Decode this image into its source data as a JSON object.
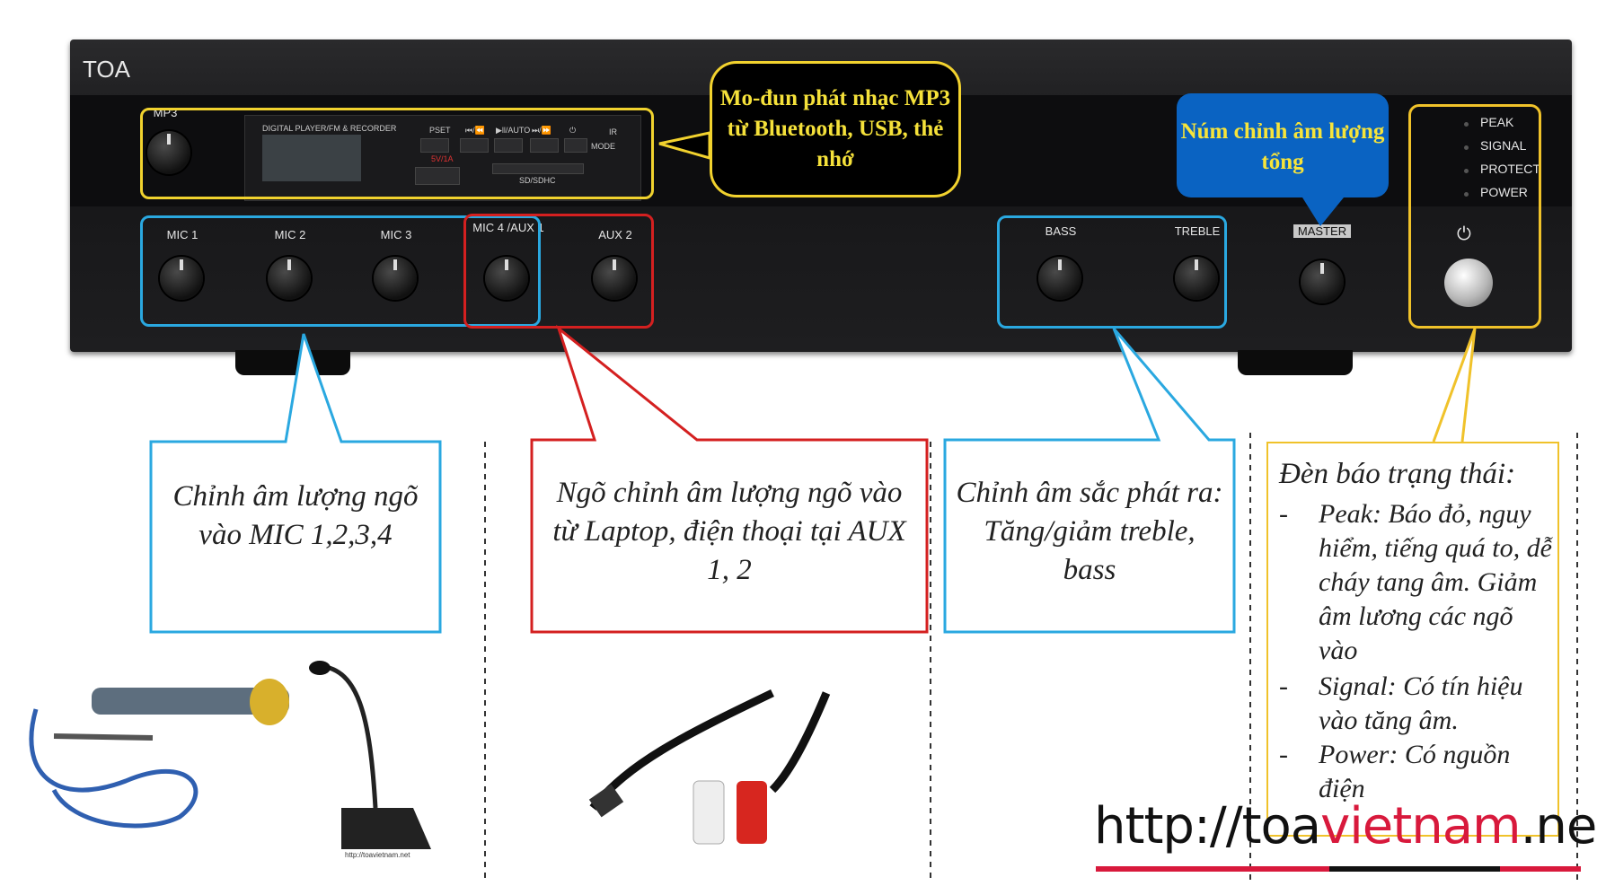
{
  "device": {
    "brand": "TOA",
    "mp3_label": "MP3",
    "player_title": "DIGITAL PLAYER/FM & RECORDER",
    "player_buttons": [
      "PSET",
      "⏮/⏪",
      "▶ll/AUTO",
      "⏭/⏩",
      "⏻",
      "IR"
    ],
    "mode_label": "MODE",
    "usb_label": "5V/1A",
    "sd_label": "SD/SDHC",
    "channels": [
      "MIC 1",
      "MIC 2",
      "MIC 3",
      "MIC 4 /AUX 1",
      "AUX 2"
    ],
    "tone": [
      "BASS",
      "TREBLE"
    ],
    "master": "MASTER",
    "leds": [
      "PEAK",
      "SIGNAL",
      "PROTECT",
      "POWER"
    ],
    "power_symbol": "⏻",
    "tiny_caption": "http://toavietnam.net"
  },
  "callouts": {
    "mp3_module": "Mo-đun phát nhạc MP3 từ Bluetooth, USB, thẻ nhớ",
    "master_volume": "Núm chỉnh âm lượng tổng",
    "mic_volume": "Chỉnh âm lượng ngõ vào MIC 1,2,3,4",
    "aux_volume": "Ngõ chỉnh âm lượng ngõ vào từ Laptop, điện thoại tại AUX 1, 2",
    "tone": "Chỉnh âm sắc phát ra: Tăng/giảm treble, bass"
  },
  "status": {
    "title": "Đèn báo trạng thái:",
    "items": [
      "Peak: Báo đỏ, nguy hiểm, tiếng quá to, dễ cháy tang âm. Giảm âm lương các ngõ vào",
      "Signal: Có tín hiệu vào tăng âm.",
      "Power: Có nguồn điện"
    ]
  },
  "website": {
    "prefix": "http://",
    "part1": "toa",
    "part2": "vietnam",
    "part3": ".net"
  },
  "colors": {
    "blue_frame": "#2aa8e0",
    "red_frame": "#d42020",
    "yellow_frame": "#f0c22a",
    "bubble_blue": "#0a63c2",
    "brand_red": "#d8193c"
  }
}
